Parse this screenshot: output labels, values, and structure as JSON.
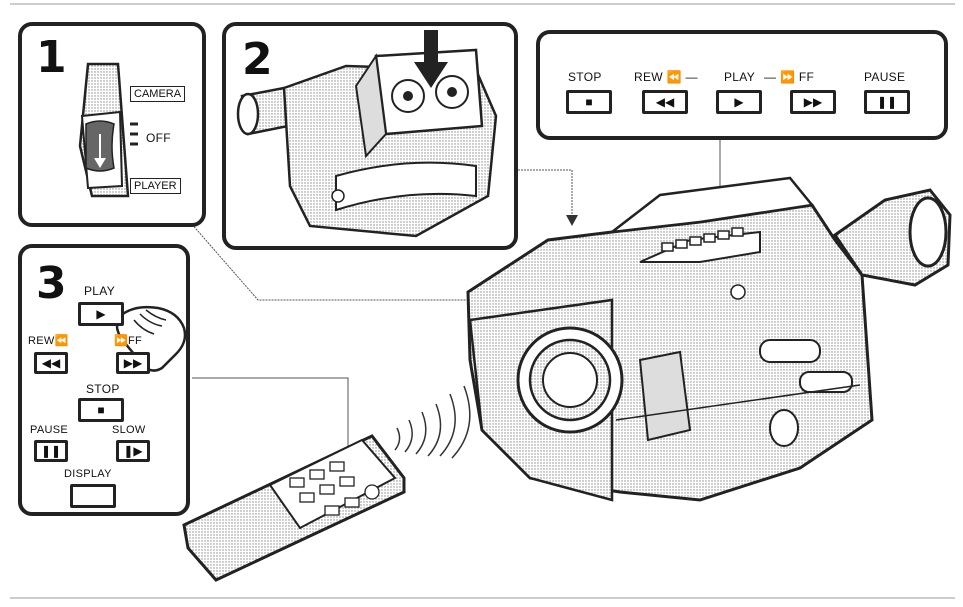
{
  "steps": {
    "one": "1",
    "two": "2",
    "three": "3"
  },
  "switch_panel": {
    "camera": "CAMERA",
    "off": "OFF",
    "player": "PLAYER"
  },
  "top_controls": {
    "stop": "STOP",
    "rew": "REW",
    "dash1": "—",
    "play": "PLAY",
    "dash2": "—",
    "ff": "FF",
    "pause": "PAUSE"
  },
  "remote_panel": {
    "play": "PLAY",
    "rew": "REW",
    "ff": "FF",
    "stop": "STOP",
    "pause": "PAUSE",
    "slow": "SLOW",
    "display": "DISPLAY"
  },
  "glyphs": {
    "stop": "■",
    "rew": "◀◀",
    "play": "▶",
    "ff": "▶▶",
    "pause": "❚❚",
    "slow": "❚▶",
    "rew_circle": "⏪",
    "ff_circle": "⏩"
  },
  "colors": {
    "ink": "#222222",
    "paper": "#ffffff",
    "shade": "#e8e8e8"
  }
}
